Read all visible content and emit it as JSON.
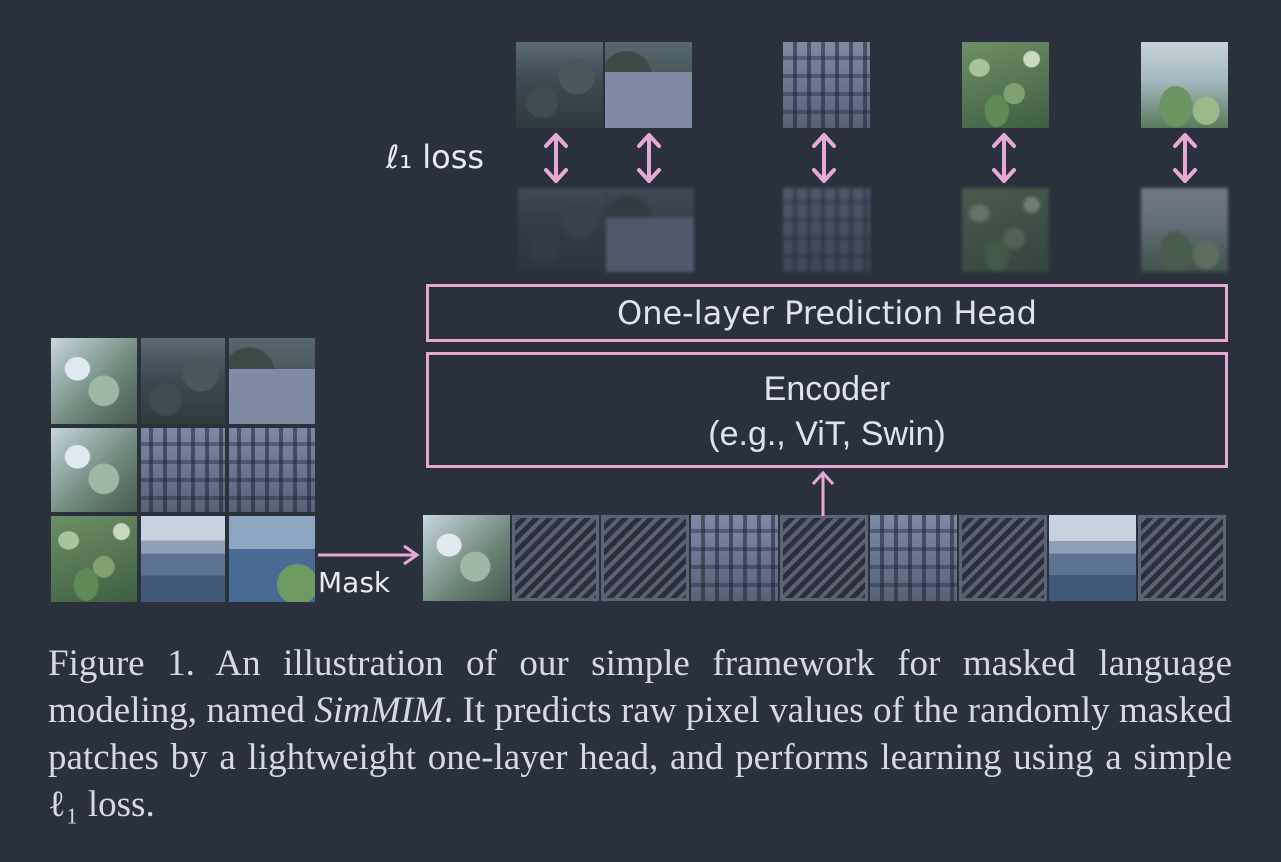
{
  "figure": {
    "loss_label": "ℓ₁ loss",
    "head_label": "One-layer Prediction Head",
    "encoder_line1": "Encoder",
    "encoder_line2": "(e.g., ViT, Swin)",
    "mask_label": "Mask",
    "accent_color": "#e6a9d6"
  },
  "caption": {
    "prefix": "Figure 1. An illustration of our simple framework for masked language modeling, named ",
    "name": "SimMIM",
    "suffix": ". It predicts raw pixel values of the randomly masked patches by a lightweight one-layer head, and performs learning using a simple ℓ₁ loss."
  }
}
